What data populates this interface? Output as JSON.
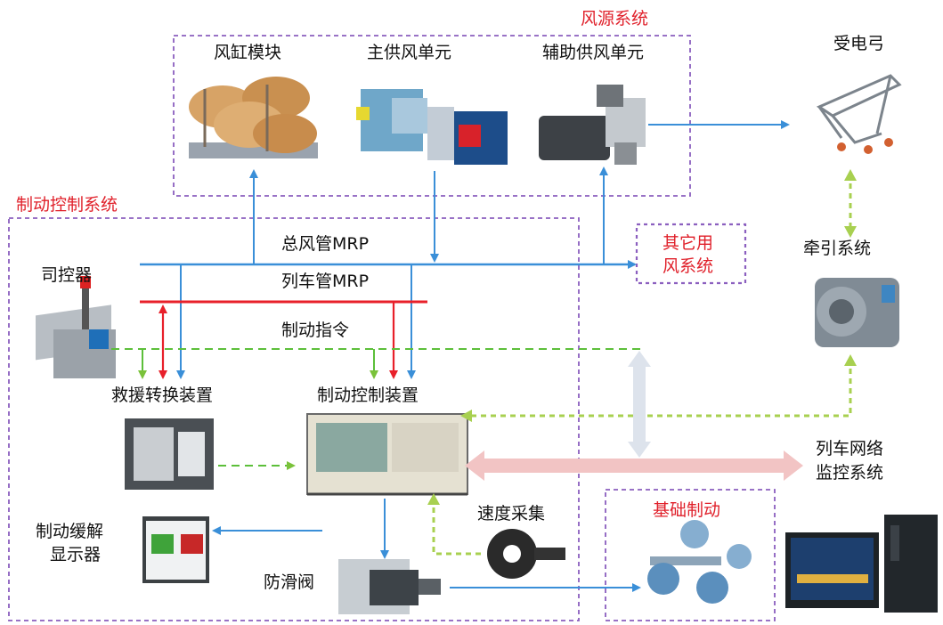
{
  "labels": {
    "wind_source_system": "风源系统",
    "reservoir_module": "风缸模块",
    "main_air_supply": "主供风单元",
    "aux_air_supply": "辅助供风单元",
    "pantograph": "受电弓",
    "brake_control_system": "制动控制系统",
    "main_reservoir_pipe": "总风管MRP",
    "train_pipe": "列车管MRP",
    "brake_command": "制动指令",
    "master_controller": "司控器",
    "other_air_line1": "其它用",
    "other_air_line2": "风系统",
    "traction_system": "牵引系统",
    "rescue_device": "救援转换装置",
    "brake_control_device": "制动控制装置",
    "train_network_line1": "列车网络",
    "train_network_line2": "监控系统",
    "speed_acquisition": "速度采集",
    "foundation_brake": "基础制动",
    "brake_release_line1": "制动缓解",
    "brake_release_line2": "显示器",
    "anti_skid_valve": "防滑阀"
  },
  "colors": {
    "air_line": "#3a8fd8",
    "train_pipe": "#e8202a",
    "command": "#5cbf3a",
    "network": "#f2c4c4",
    "boundary": "#8b5fbf",
    "title_red": "#e0202a"
  }
}
